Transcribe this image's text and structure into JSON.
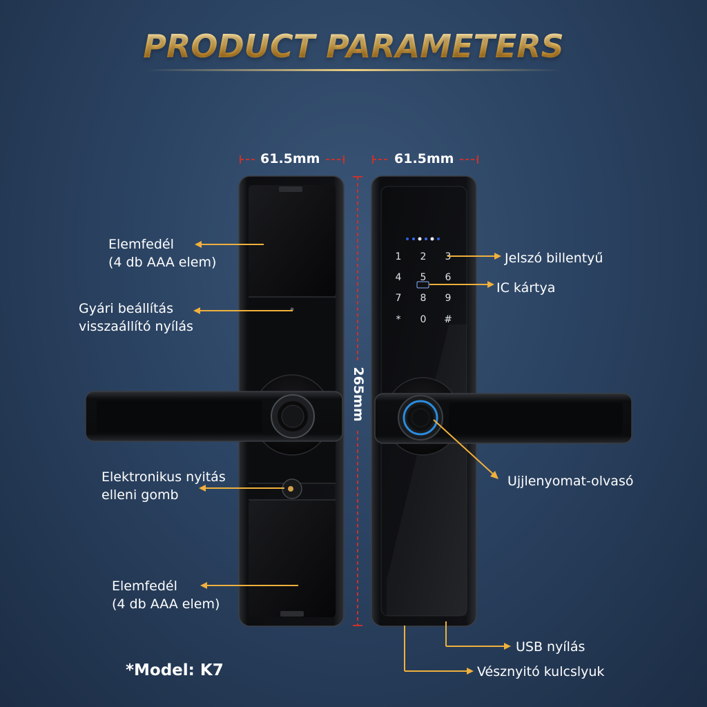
{
  "header": {
    "title": "PRODUCT PARAMETERS"
  },
  "dimensions": {
    "width_left": "61.5mm",
    "width_right": "61.5mm",
    "height": "265mm"
  },
  "labels": {
    "battery_cover_top": [
      "Elemfedél",
      "(4 db AAA elem)"
    ],
    "factory_reset": [
      "Gyári beállítás",
      "visszaállító nyílás"
    ],
    "emergency_button": [
      "Elektronikus nyitás",
      "elleni gomb"
    ],
    "battery_cover_bottom": [
      "Elemfedél",
      "(4 db AAA elem)"
    ],
    "keypad": "Jelszó billentyű",
    "ic_card": "IC kártya",
    "fingerprint": "Ujjlenyomat-olvasó",
    "usb": "USB nyílás",
    "key_hole": "Vésznyitó kulcslyuk"
  },
  "keypad_keys": [
    "1",
    "2",
    "3",
    "4",
    "5",
    "6",
    "7",
    "8",
    "9",
    "*",
    "0",
    "#"
  ],
  "footer": {
    "model": "*Model: K7"
  },
  "colors": {
    "accent": "#f0b13c",
    "measure_red": "#c8322c",
    "lock_body": "#0e0f11",
    "fp_ring": "#2a8de0"
  }
}
